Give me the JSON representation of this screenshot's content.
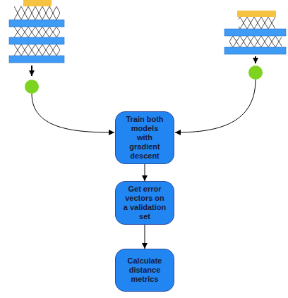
{
  "diagram": {
    "nodes": [
      {
        "text": [
          "Train both models with gradient descent"
        ]
      },
      {
        "text": [
          "Get error vectors on a validation set"
        ]
      },
      {
        "text": [
          "Calculate distance metrics"
        ]
      }
    ],
    "edges": [
      {
        "from": 0,
        "to": 1,
        "arrow": "to"
      },
      {
        "from": 1,
        "to": 2,
        "arrow": "to"
      }
    ]
  }
}
